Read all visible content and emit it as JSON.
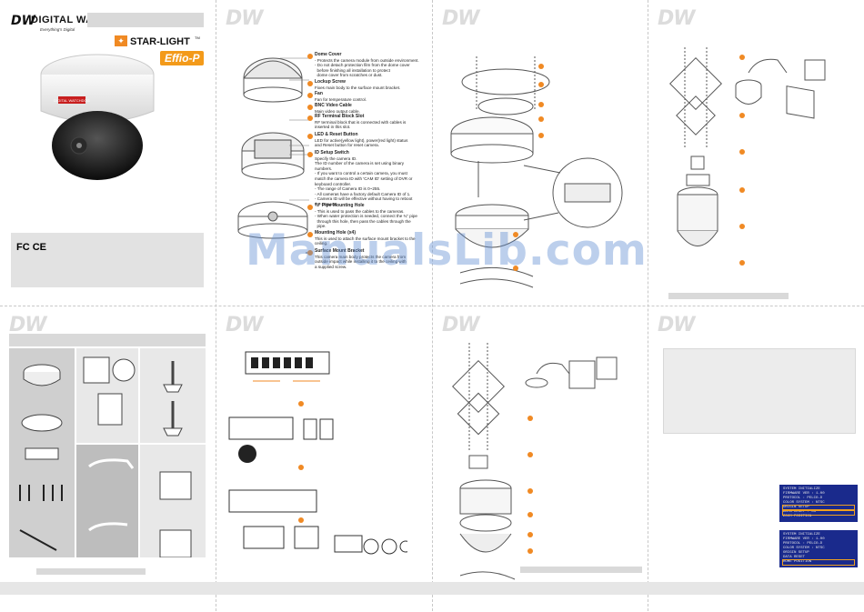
{
  "cover": {
    "logo_mark": "DW",
    "brand_name": "DIGITAL WATCHDOG",
    "tagline": "Everything's Digital",
    "starlight": "STAR-LIGHT",
    "starlight_tm": "TM",
    "effio": "Effio-P",
    "certifications": "FC CE",
    "camera_badge": "DIGITAL WATCHDOG"
  },
  "page_mark": "DW",
  "parts": {
    "items": [
      {
        "title": "Dome Cover",
        "lines": [
          "- Protects the camera module from outside environment.",
          "- Do not detach protection film from the dome cover",
          "  before finishing all installation to protect",
          "  dome cover from scratches or dust."
        ]
      },
      {
        "title": "Lockup Screw",
        "lines": [
          "Fixes main body to the surface mount bracket."
        ]
      },
      {
        "title": "Fan",
        "lines": [
          "Fan for temperature control."
        ]
      },
      {
        "title": "BNC Video Cable",
        "lines": [
          "Main video output cable."
        ]
      },
      {
        "title": "RF Terminal Block Slot",
        "lines": [
          "RF terminal block that is connected with cables is",
          "inserted in this slot."
        ]
      },
      {
        "title": "LED & Reset Button",
        "lines": [
          "LED for active(yellow light), power(red light) status",
          "and Reset button for reset camera."
        ]
      },
      {
        "title": "ID Setup Switch",
        "lines": [
          "Specify the camera ID.",
          "The ID number of the camera is set using binary",
          "numbers.",
          "- If you want to control a certain camera, you must",
          "match the camera ID with 'CAM ID' setting of DVR or",
          "keyboard controller.",
          "- The range of Camera ID is 0~255.",
          "- All cameras have a factory default Camera ID of 1.",
          "- Camera ID will be effective without having to reboot",
          "the camera."
        ]
      },
      {
        "title": "¾\" Pipe Mounting Hole",
        "lines": [
          "- This is used to pass the cables to the cameras.",
          "- When water protection is needed, connect the ¾\" pipe",
          "  through this hole, then pass the cables through the",
          "  pipe."
        ]
      },
      {
        "title": "Mounting Hole (x4)",
        "lines": [
          "This is used to attach the surface mount bracket to the",
          "ceiling."
        ]
      },
      {
        "title": "Surface Mount Bracket",
        "lines": [
          "This camera main body protects the camera from",
          "outside impact while installing it to the ceiling with",
          "a supplied screw."
        ]
      }
    ]
  },
  "watermark": "ManualsLib.com",
  "osd_screens": [
    {
      "lines": [
        "SYSTEM INITIALIZE",
        "FIRMWARE VER : 1.00",
        "PROTOCOL : PELCO-D",
        "COLOR SYSTEM : NTSC",
        "ORIGIN SETUP",
        "DATA RESET : OK",
        "ZOOM POSITION"
      ],
      "highlight_start": 4,
      "highlight_end": 5
    },
    {
      "lines": [
        "SYSTEM INITIALIZE",
        "FIRMWARE VER : 1.00",
        "PROTOCOL : PELCO-D",
        "COLOR SYSTEM : NTSC",
        "ORIGIN SETUP",
        "DATA RESET",
        "HOME POSITION"
      ],
      "highlight_start": 6,
      "highlight_end": 6
    }
  ],
  "colors": {
    "accent": "#f08a24",
    "osd_bg": "#1a2a8c",
    "watermark": "#5f8cd2",
    "panel_grey": "#d9d9d9"
  }
}
